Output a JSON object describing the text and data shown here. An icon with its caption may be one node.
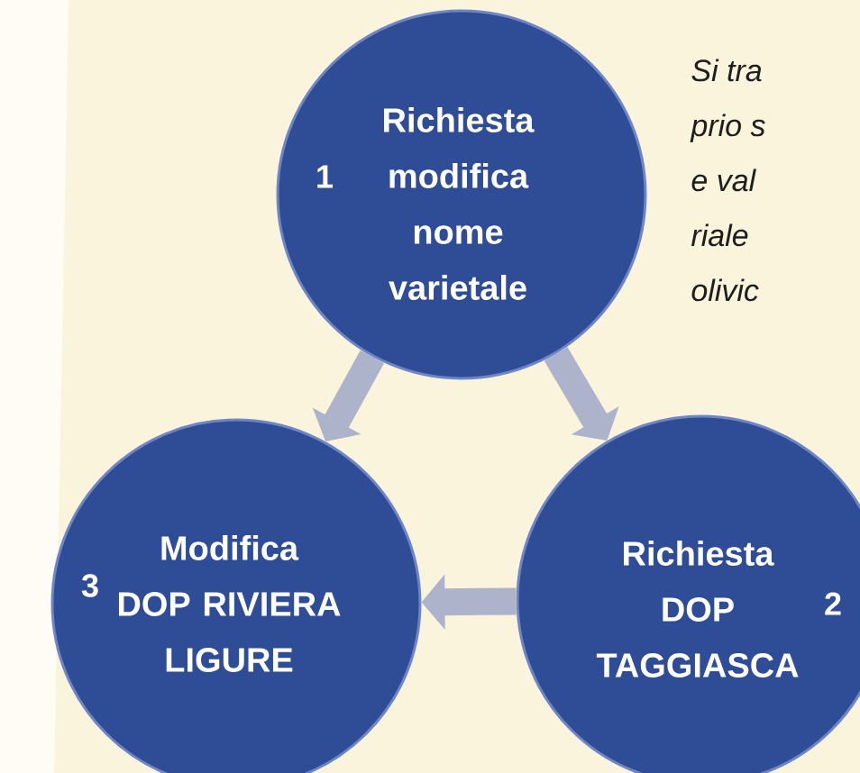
{
  "diagram": {
    "nodes": [
      {
        "text": [
          "1",
          "Richiesta modifica nome varietale"
        ]
      },
      {
        "text": [
          "Richiesta DOP TAGGIASCA",
          "2"
        ]
      },
      {
        "text": [
          "3",
          "Modifica DOP RIVIERA LIGURE"
        ]
      }
    ],
    "edges": [
      {
        "from": 0,
        "to": 2,
        "arrow": "to"
      },
      {
        "from": 0,
        "to": 1,
        "arrow": "to"
      },
      {
        "from": 1,
        "to": 2,
        "arrow": "to"
      }
    ],
    "labels": [
      "Si tra",
      "prio s",
      "e val",
      "riale",
      "olivic"
    ]
  }
}
